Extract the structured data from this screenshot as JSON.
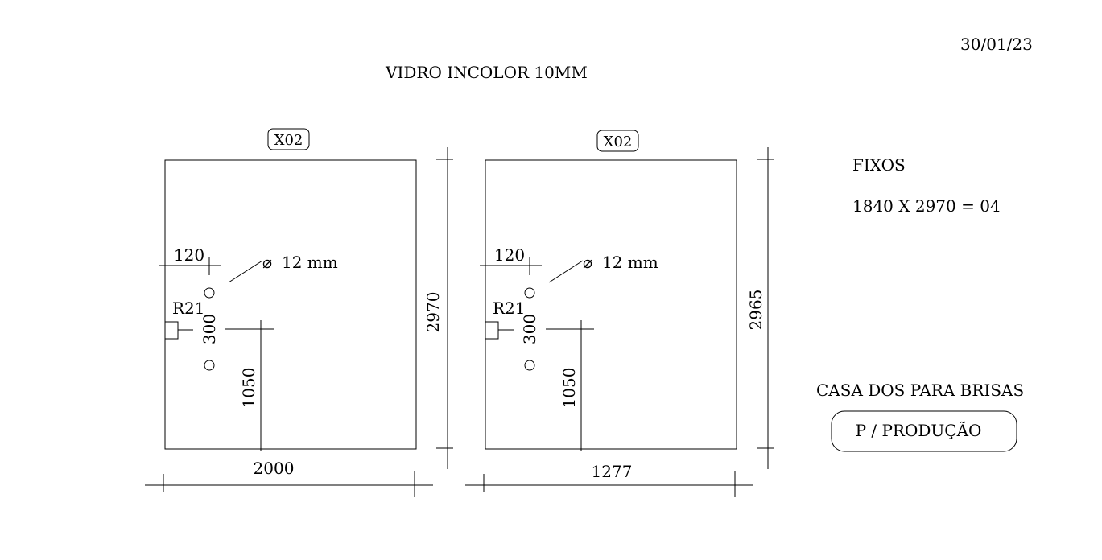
{
  "header": {
    "date": "30/01/23",
    "title": "VIDRO INCOLOR 10MM"
  },
  "panels": [
    {
      "tag": "X02",
      "width": "2000",
      "height": "2970",
      "edge_offset": "120",
      "hole_spacing": "300",
      "hole_height": "1050",
      "notch": "R21",
      "hole_diameter": "12 mm",
      "diameter_symbol": "⌀"
    },
    {
      "tag": "X02",
      "width": "1277",
      "height": "2965",
      "edge_offset": "120",
      "hole_spacing": "300",
      "hole_height": "1050",
      "notch": "R21",
      "hole_diameter": "12 mm",
      "diameter_symbol": "⌀"
    }
  ],
  "info": {
    "type": "FIXOS",
    "spec": "1840 X 2970 = 04",
    "company": "CASA DOS PARA BRISAS",
    "stamp": "P / PRODUÇÃO"
  },
  "colors": {
    "ink": "#000000",
    "background": "#ffffff"
  }
}
